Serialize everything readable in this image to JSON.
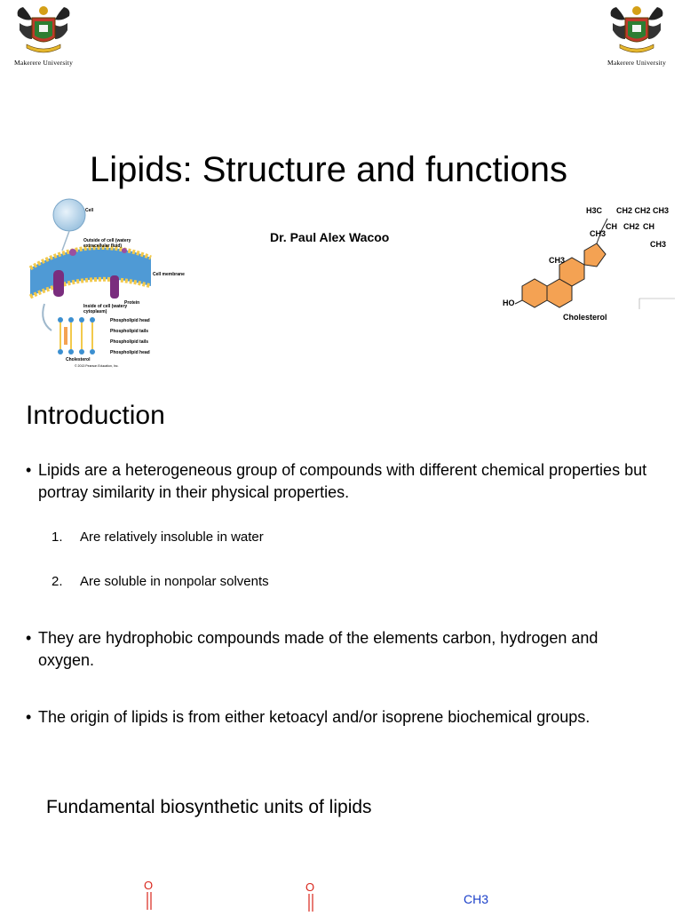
{
  "logos": {
    "left_caption": "Makerere University",
    "right_caption": "Makerere University"
  },
  "title": "Lipids: Structure and functions",
  "author": "Dr. Paul Alex Wacoo",
  "membrane_figure": {
    "labels": {
      "cell": "Cell",
      "outside": "Outside of cell (watery extracellular fluid)",
      "membrane": "Cell membrane",
      "inside": "Inside of cell (watery cytoplasm)",
      "protein": "Protein",
      "head1": "Phospholipid head",
      "tails1": "Phospholipid tails",
      "tails2": "Phospholipid tails",
      "head2": "Phospholipid head",
      "cholesterol": "Cholesterol",
      "copyright": "© 2013 Pearson Education, Inc."
    }
  },
  "cholesterol_figure": {
    "caption": "Cholesterol",
    "labels": {
      "h3c": "H3C",
      "chain": "CH2 CH2 CH3",
      "ch": "CH",
      "ch2": "CH2",
      "ch_right": "CH",
      "ch3_top": "CH3",
      "ch3_mid": "CH3",
      "ch3_right": "CH3",
      "ho": "HO"
    }
  },
  "introduction": {
    "heading": "Introduction",
    "bullet1": "Lipids are a heterogeneous group of compounds with different chemical properties but portray similarity in their physical properties.",
    "list": [
      {
        "num": "1.",
        "text": "Are relatively insoluble in water"
      },
      {
        "num": "2.",
        "text": "Are soluble in nonpolar solvents"
      }
    ],
    "bullet2": "They are hydrophobic compounds made of the elements carbon, hydrogen and oxygen.",
    "bullet3": "The origin of lipids is from either ketoacyl and/or isoprene biochemical groups."
  },
  "units": {
    "heading": "Fundamental biosynthetic units of lipids",
    "o1": "O",
    "o2": "O",
    "ch3": "CH3"
  },
  "colors": {
    "membrane_blue": "#3c8fd0",
    "head_yellow": "#f2c94c",
    "protein_purple": "#7a2d7e",
    "ring_orange": "#f4a253",
    "oxygen_red": "#d9261c",
    "carbon_blue": "#1a3fc9"
  }
}
